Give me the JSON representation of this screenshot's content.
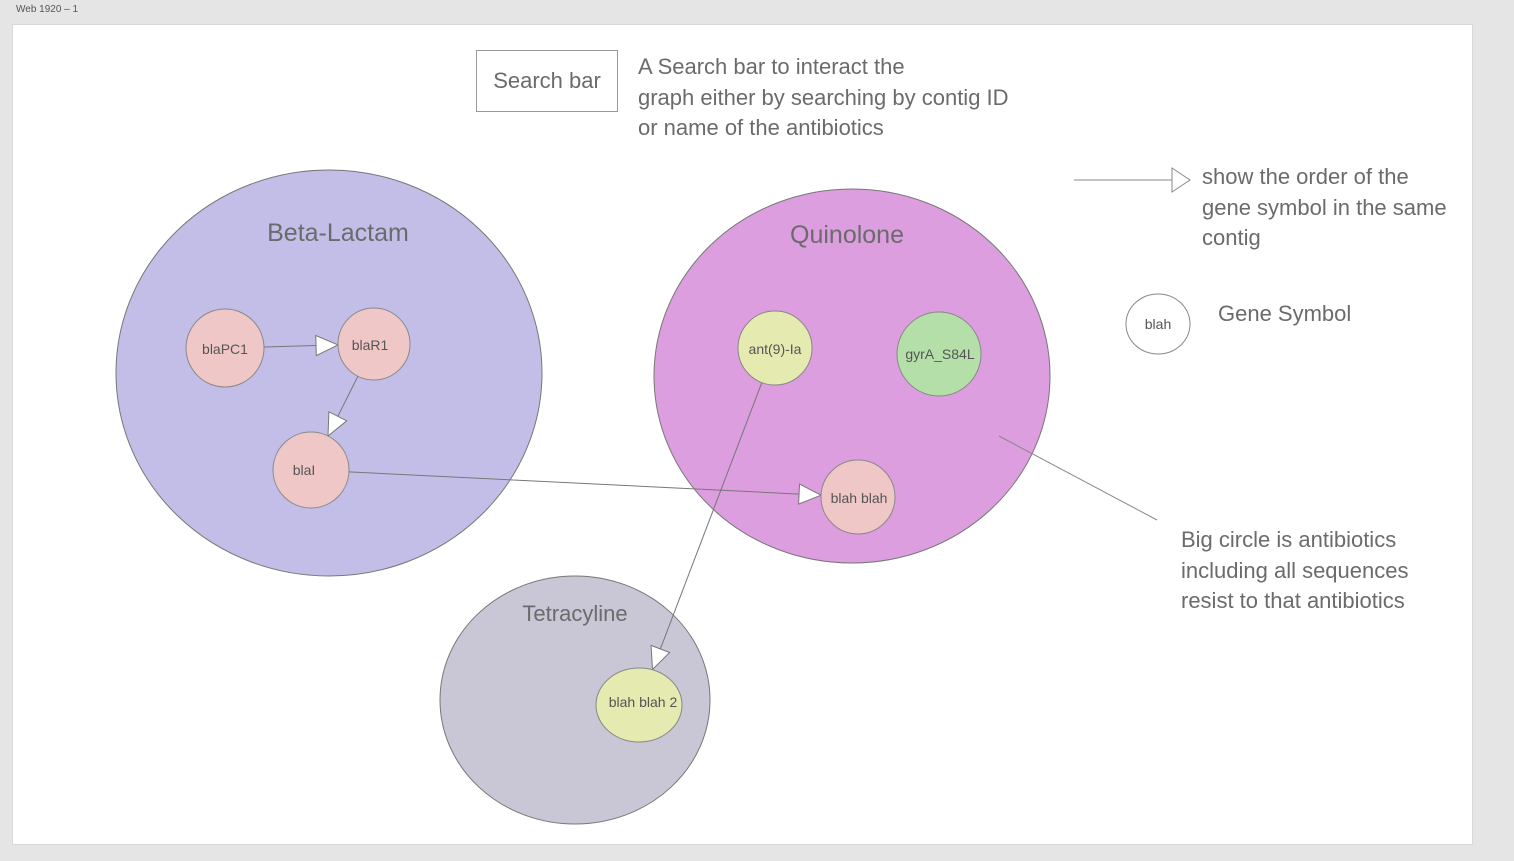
{
  "canvas": {
    "frame_label": "Web 1920 – 1"
  },
  "search": {
    "label": "Search bar"
  },
  "notes": {
    "search_note": [
      "A Search bar to interact the",
      "graph either by searching by contig ID",
      "or name of the antibiotics"
    ],
    "order_note": [
      "show the order of the",
      "gene symbol in the same",
      "contig"
    ],
    "gene_legend_symbol": "blah",
    "gene_legend_label": "Gene Symbol",
    "big_circle_note": [
      "Big circle is antibiotics",
      "including all sequences",
      "resist to that antibiotics"
    ]
  },
  "antibiotics": [
    {
      "id": "beta",
      "label": "Beta-Lactam",
      "color": "#c2bee8"
    },
    {
      "id": "quin",
      "label": "Quinolone",
      "color": "#dc9ede"
    },
    {
      "id": "tetra",
      "label": "Tetracyline",
      "color": "#c9c7d6"
    }
  ],
  "genes": [
    {
      "id": "blaPC1",
      "label": "blaPC1",
      "color": "#f0c7c7"
    },
    {
      "id": "blaR1",
      "label": "blaR1",
      "color": "#f0c7c7"
    },
    {
      "id": "blaI",
      "label": "blaI",
      "color": "#f0c7c7"
    },
    {
      "id": "ant",
      "label": "ant(9)-Ia",
      "color": "#e5eab0"
    },
    {
      "id": "gyrA",
      "label": "gyrA_S84L",
      "color": "#b5dfa8"
    },
    {
      "id": "blahblah",
      "label": "blah blah",
      "color": "#f0c7c7"
    },
    {
      "id": "blahblah2",
      "label": "blah blah 2",
      "color": "#e5eab0"
    }
  ],
  "edges": [
    {
      "from": "blaPC1",
      "to": "blaR1"
    },
    {
      "from": "blaR1",
      "to": "blaI"
    },
    {
      "from": "blaI",
      "to": "blahblah"
    },
    {
      "from": "ant",
      "to": "blahblah2"
    }
  ]
}
